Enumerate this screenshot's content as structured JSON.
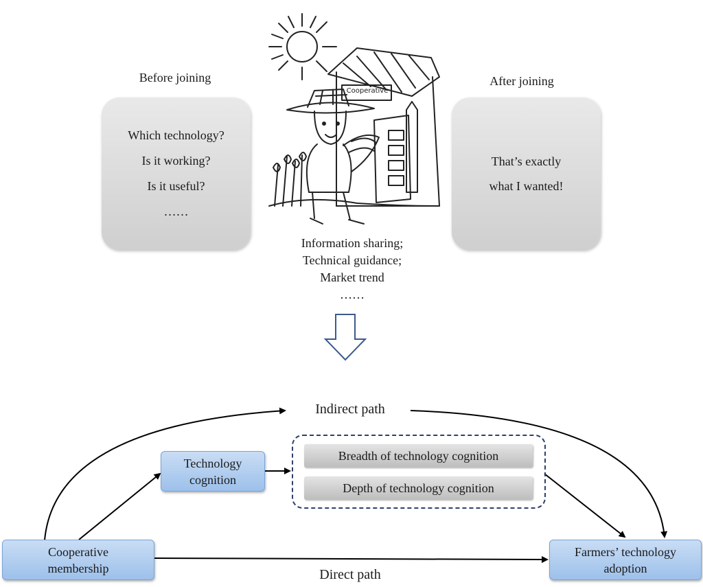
{
  "top": {
    "before_title": "Before joining",
    "after_title": "After joining",
    "before_lines": [
      "Which technology?",
      "Is it working?",
      "Is it useful?",
      "……"
    ],
    "after_lines": [
      "That’s exactly",
      "what I wanted!"
    ],
    "sign_text": "Cooperative",
    "benefits": [
      "Information sharing;",
      "Technical guidance;",
      "Market trend",
      "……"
    ]
  },
  "diagram": {
    "indirect_path": "Indirect path",
    "direct_path": "Direct path",
    "technology_cognition": [
      "Technology",
      "cognition"
    ],
    "breadth": "Breadth of technology cognition",
    "depth": "Depth of technology cognition",
    "cooperative_membership": [
      "Cooperative",
      "membership"
    ],
    "adoption": [
      "Farmers’ technology",
      "adoption"
    ]
  },
  "colors": {
    "blue_box": "#9dc0ea",
    "gray_bubble": "#d9d9d9",
    "dashed_border": "#2b3f6b",
    "arrow_outline": "#3c5a8c"
  }
}
